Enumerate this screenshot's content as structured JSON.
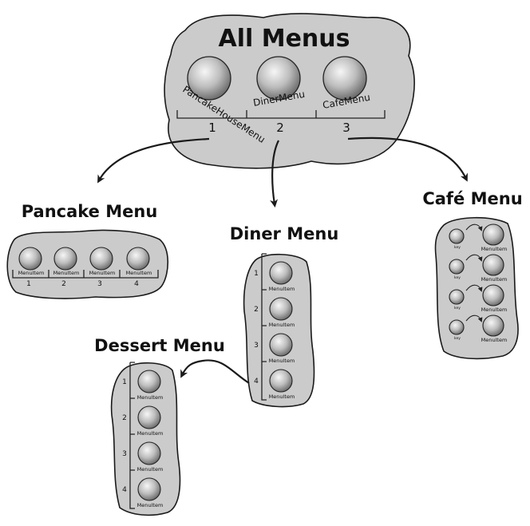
{
  "all_menus": {
    "title": "All Menus",
    "items": [
      {
        "label": "PancakeHouseMenu",
        "index": "1"
      },
      {
        "label": "DinerMenu",
        "index": "2"
      },
      {
        "label": "CafeMenu",
        "index": "3"
      }
    ]
  },
  "pancake_menu": {
    "title": "Pancake Menu",
    "item_label": "MenuItem",
    "indices": [
      "1",
      "2",
      "3",
      "4"
    ]
  },
  "diner_menu": {
    "title": "Diner Menu",
    "item_label": "MenuItem",
    "indices": [
      "1",
      "2",
      "3",
      "4"
    ]
  },
  "dessert_menu": {
    "title": "Dessert Menu",
    "item_label": "MenuItem",
    "indices": [
      "1",
      "2",
      "3",
      "4"
    ]
  },
  "cafe_menu": {
    "title": "Café Menu",
    "item_label": "MenuItem",
    "key_label": "key",
    "pair_count": 4
  },
  "colors": {
    "blob_fill": "#cbcbcb",
    "outline": "#1a1a1a",
    "ball_light": "#f4f4f4",
    "ball_dark": "#7a7a7a"
  }
}
